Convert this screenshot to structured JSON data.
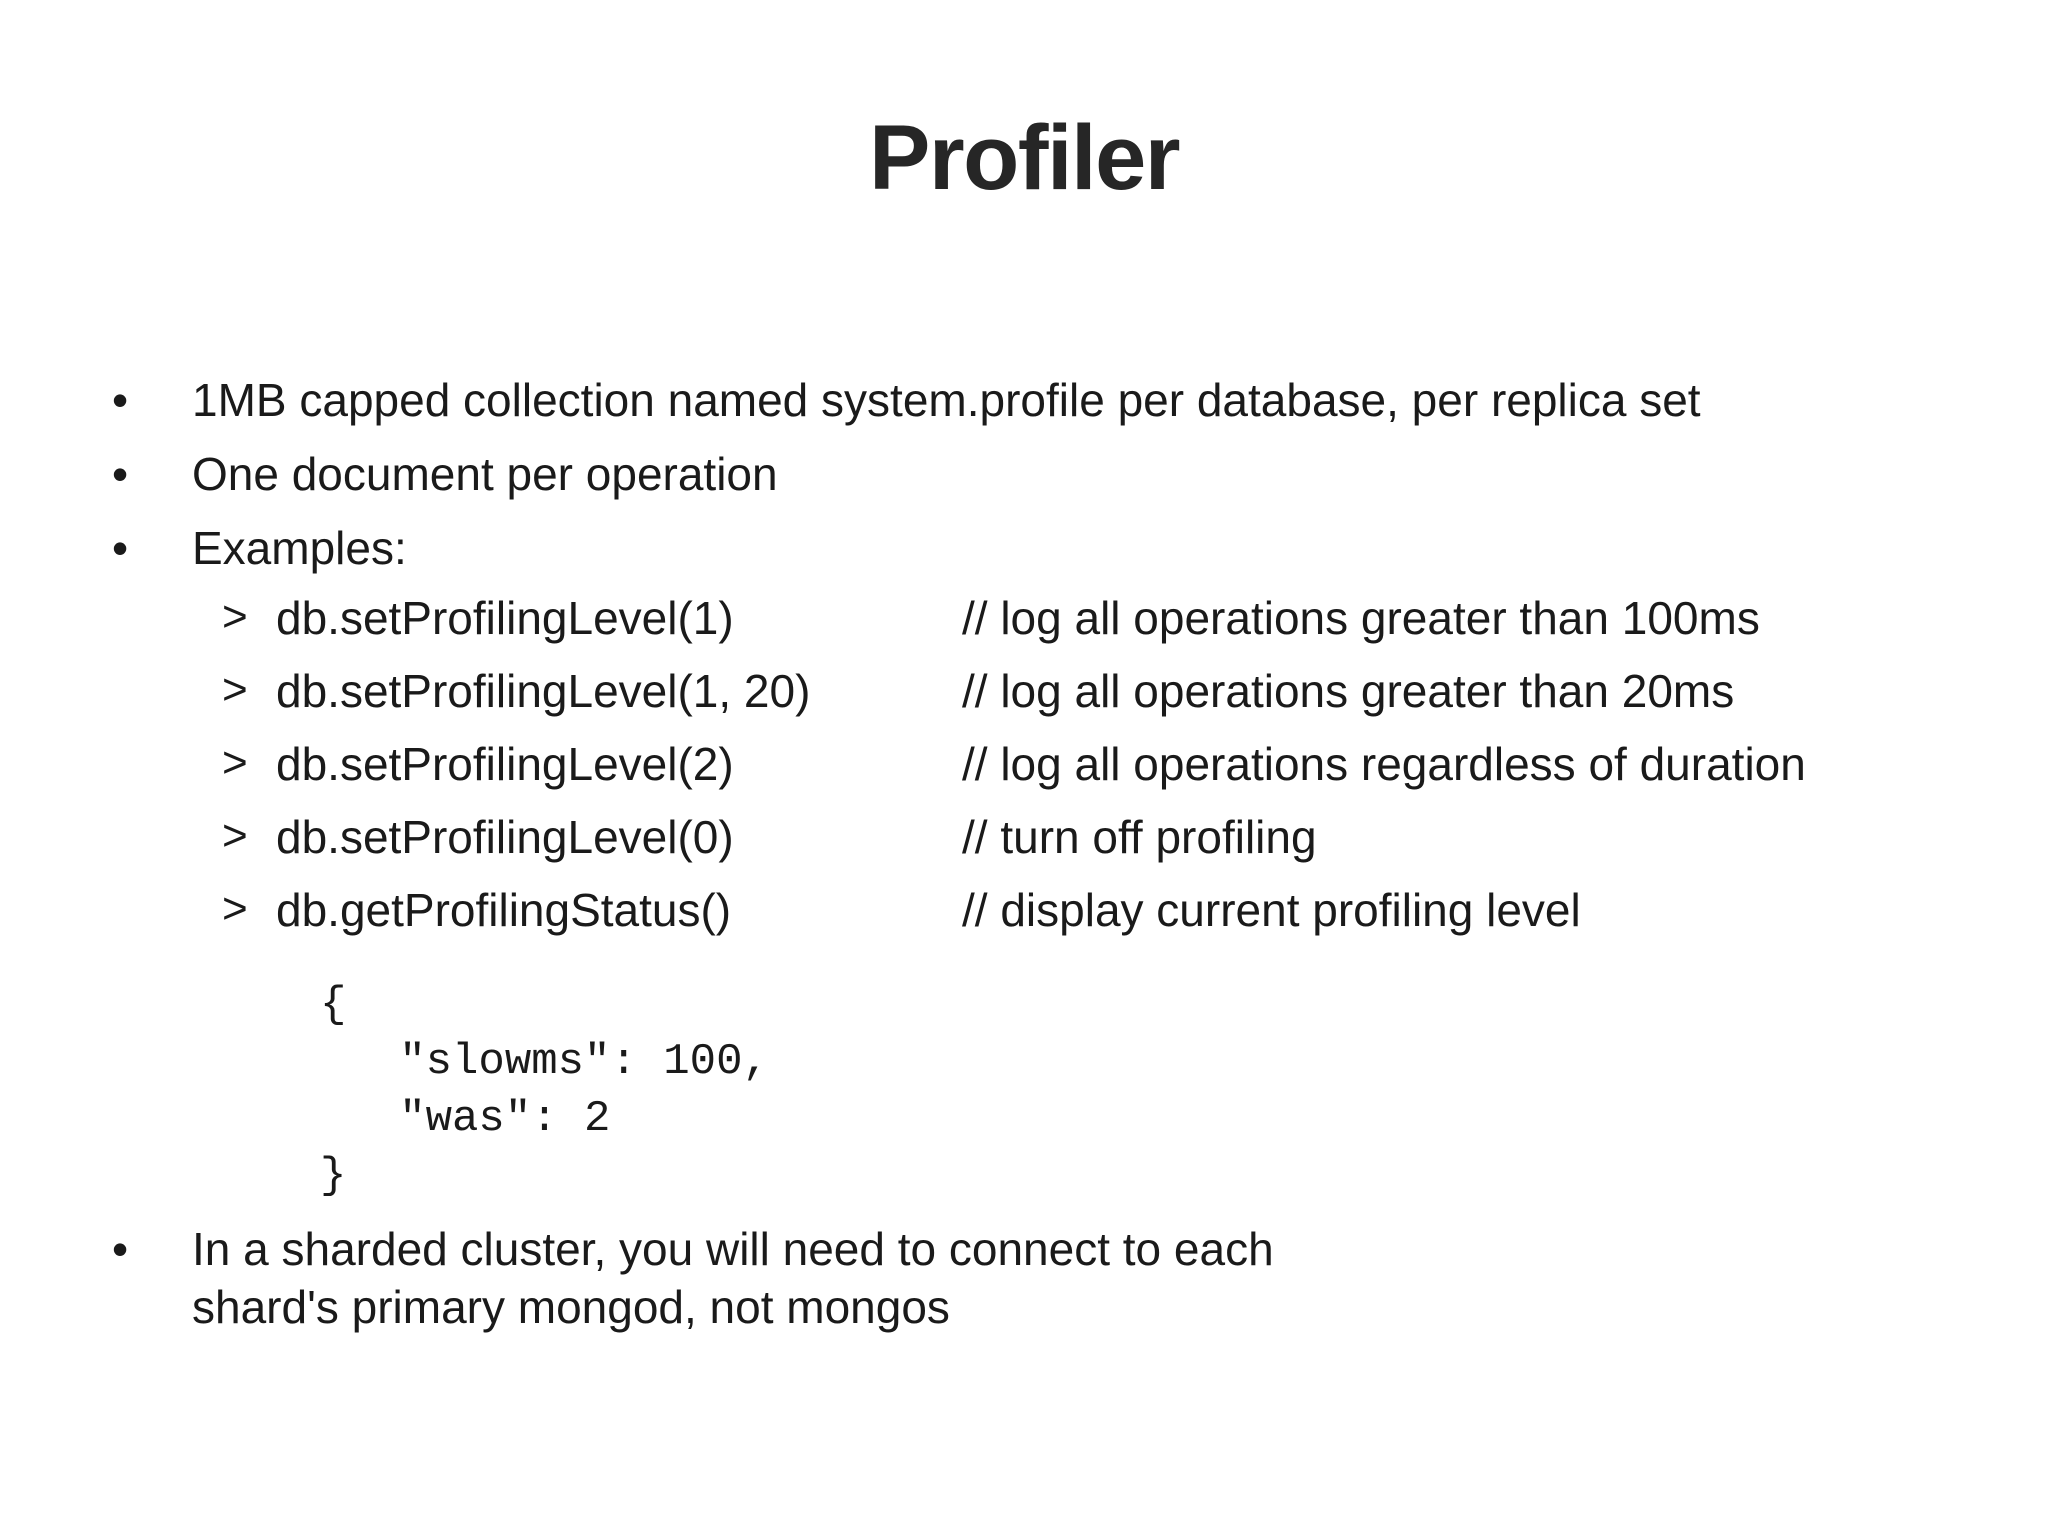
{
  "slide": {
    "title": "Profiler",
    "title_color": "#262626",
    "body_color": "#1a1a1a",
    "background_color": "#ffffff",
    "bullet_glyph": "•",
    "sub_bullet_glyph": ">"
  },
  "bullets": [
    {
      "text": "1MB capped collection named system.profile per database, per replica set"
    },
    {
      "text": "One document per operation"
    },
    {
      "text": "Examples:"
    }
  ],
  "examples": [
    {
      "prompt": ">",
      "command": "db.setProfilingLevel(1)",
      "comment": "// log all operations greater than 100ms"
    },
    {
      "prompt": ">",
      "command": "db.setProfilingLevel(1, 20)",
      "comment": "// log all operations greater than 20ms"
    },
    {
      "prompt": ">",
      "command": "db.setProfilingLevel(2)",
      "comment": "// log all operations regardless of duration"
    },
    {
      "prompt": ">",
      "command": "db.setProfilingLevel(0)",
      "comment": "// turn off profiling"
    },
    {
      "prompt": ">",
      "command": "db.getProfilingStatus()",
      "comment": "// display current profiling level"
    }
  ],
  "json_output": {
    "lines": [
      "{",
      "   \"slowms\": 100,",
      "   \"was\": 2",
      "}"
    ],
    "slowms": 100,
    "was": 2
  },
  "closing_bullet": {
    "text": "In a sharded cluster, you will need to connect to each shard's primary mongod, not mongos"
  }
}
